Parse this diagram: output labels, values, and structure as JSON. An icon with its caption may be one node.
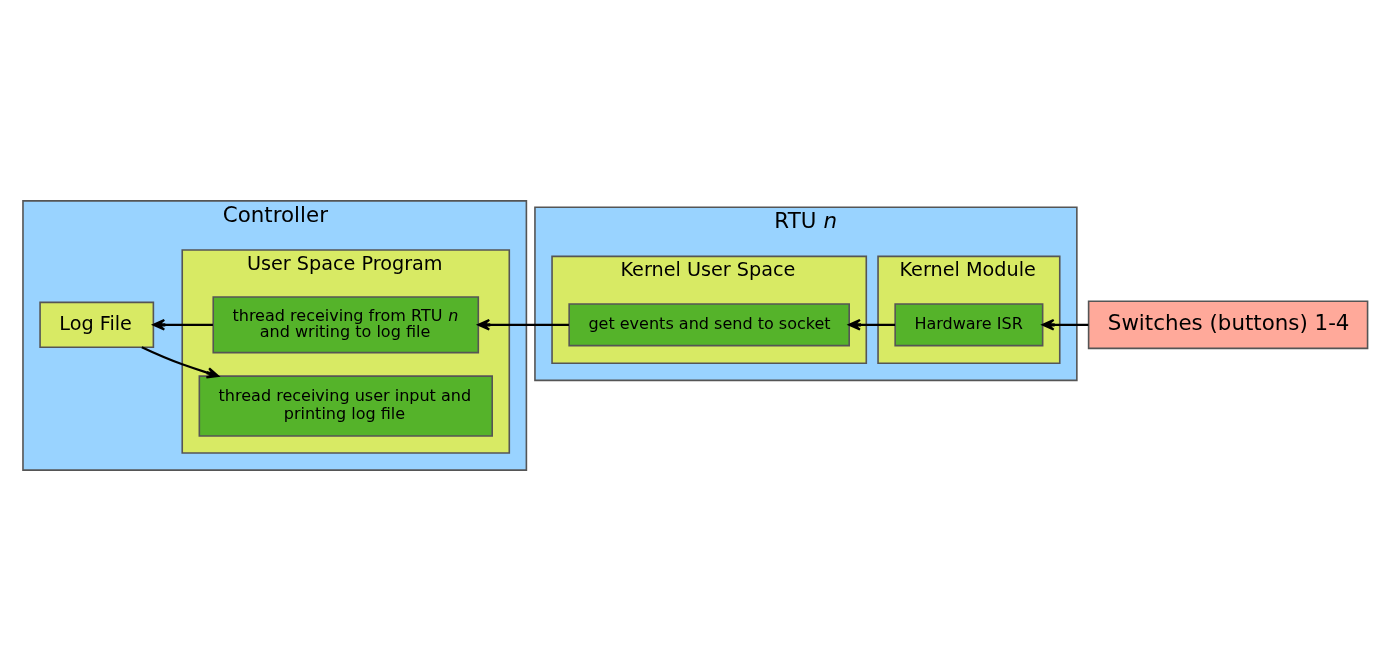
{
  "diagram": {
    "nodes": [
      {
        "text": [
          "Controller"
        ]
      },
      {
        "text": [
          "Log File"
        ],
        "in": 0
      },
      {
        "text": [
          "User Space Program"
        ],
        "in": 0
      },
      {
        "text": [
          "thread receiving from RTU *n* and writing to log file"
        ],
        "in": 2
      },
      {
        "text": [
          "thread receiving user input and printing log file"
        ],
        "in": 2
      },
      {
        "text": [
          "RTU *n*"
        ]
      },
      {
        "text": [
          "Kernel User Space"
        ],
        "in": 5
      },
      {
        "text": [
          "get events and send to socket"
        ],
        "in": 6
      },
      {
        "text": [
          "Kernel Module"
        ],
        "in": 5
      },
      {
        "text": [
          "Hardware ISR"
        ],
        "in": 8
      },
      {
        "text": [
          "Switches (buttons) 1-4"
        ]
      }
    ],
    "edges": [
      {
        "from": 3,
        "to": 1,
        "arrow": "to"
      },
      {
        "from": 1,
        "to": 4,
        "arrow": "to"
      },
      {
        "from": 7,
        "to": 3,
        "arrow": "to"
      },
      {
        "from": 9,
        "to": 7,
        "arrow": "to"
      },
      {
        "from": 10,
        "to": 9,
        "arrow": "to"
      }
    ]
  }
}
